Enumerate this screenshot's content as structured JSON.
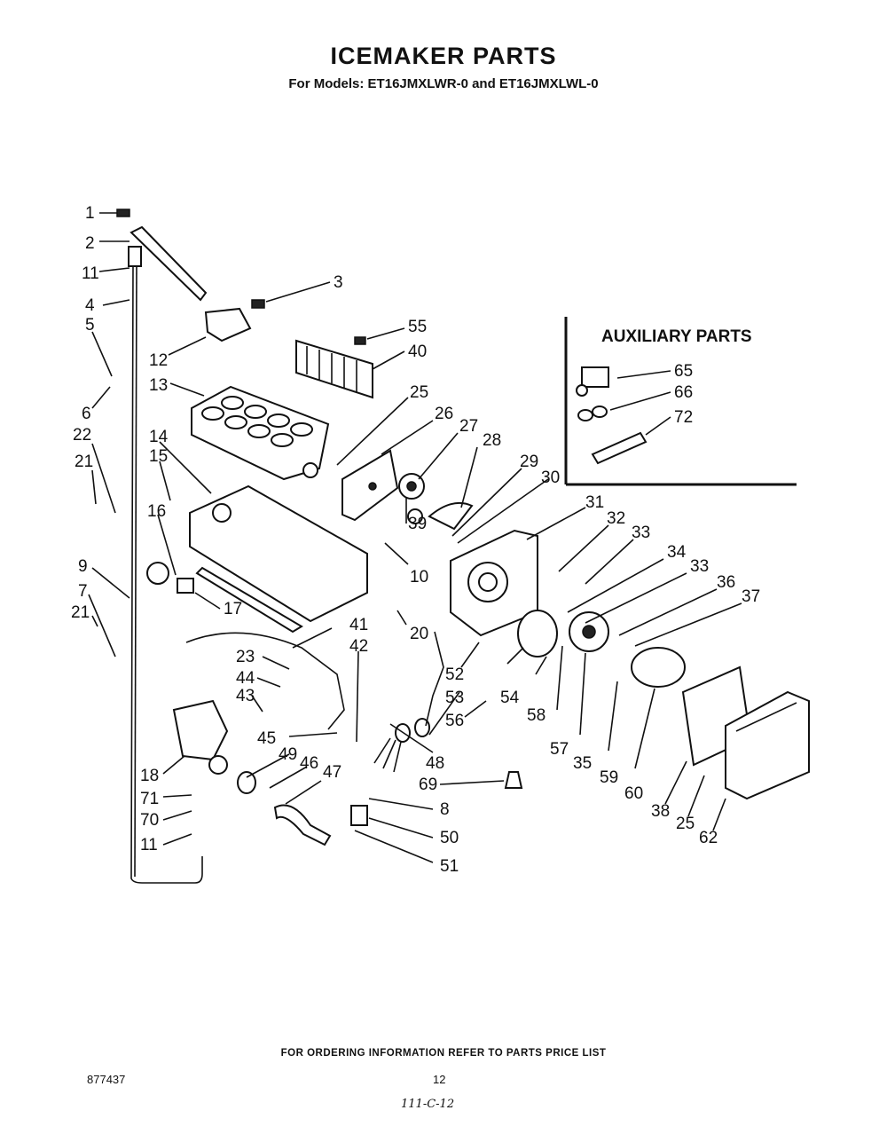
{
  "header": {
    "title": "ICEMAKER PARTS",
    "subtitle": "For Models: ET16JMXLWR-0 and ET16JMXLWL-0"
  },
  "auxiliary": {
    "title": "AUXILIARY PARTS"
  },
  "callouts": {
    "c1": "1",
    "c2": "2",
    "c11a": "11",
    "c3": "3",
    "c4": "4",
    "c5": "5",
    "c55": "55",
    "c40": "40",
    "c12": "12",
    "c13": "13",
    "c6": "6",
    "c22": "22",
    "c25a": "25",
    "c26": "26",
    "c27": "27",
    "c28": "28",
    "c29": "29",
    "c30": "30",
    "c14": "14",
    "c15": "15",
    "c21a": "21",
    "c16": "16",
    "c39": "39",
    "c10": "10",
    "c31": "31",
    "c32": "32",
    "c33a": "33",
    "c34": "34",
    "c33b": "33",
    "c36": "36",
    "c37": "37",
    "c9": "9",
    "c7": "7",
    "c21b": "21",
    "c17": "17",
    "c20": "20",
    "c41": "41",
    "c42": "42",
    "c23": "23",
    "c44": "44",
    "c43": "43",
    "c52": "52",
    "c53": "53",
    "c56": "56",
    "c54": "54",
    "c58": "58",
    "c57": "57",
    "c35": "35",
    "c59": "59",
    "c60": "60",
    "c45": "45",
    "c49": "49",
    "c46": "46",
    "c47": "47",
    "c48": "48",
    "c18": "18",
    "c71": "71",
    "c70": "70",
    "c11b": "11",
    "c69": "69",
    "c8": "8",
    "c50": "50",
    "c51": "51",
    "c38": "38",
    "c25b": "25",
    "c62": "62",
    "c65": "65",
    "c66": "66",
    "c72": "72"
  },
  "footer": {
    "ordering_note": "FOR ORDERING INFORMATION REFER TO PARTS PRICE LIST",
    "doc_number": "877437",
    "page_number": "12",
    "handwritten_note": "111-C-12"
  }
}
